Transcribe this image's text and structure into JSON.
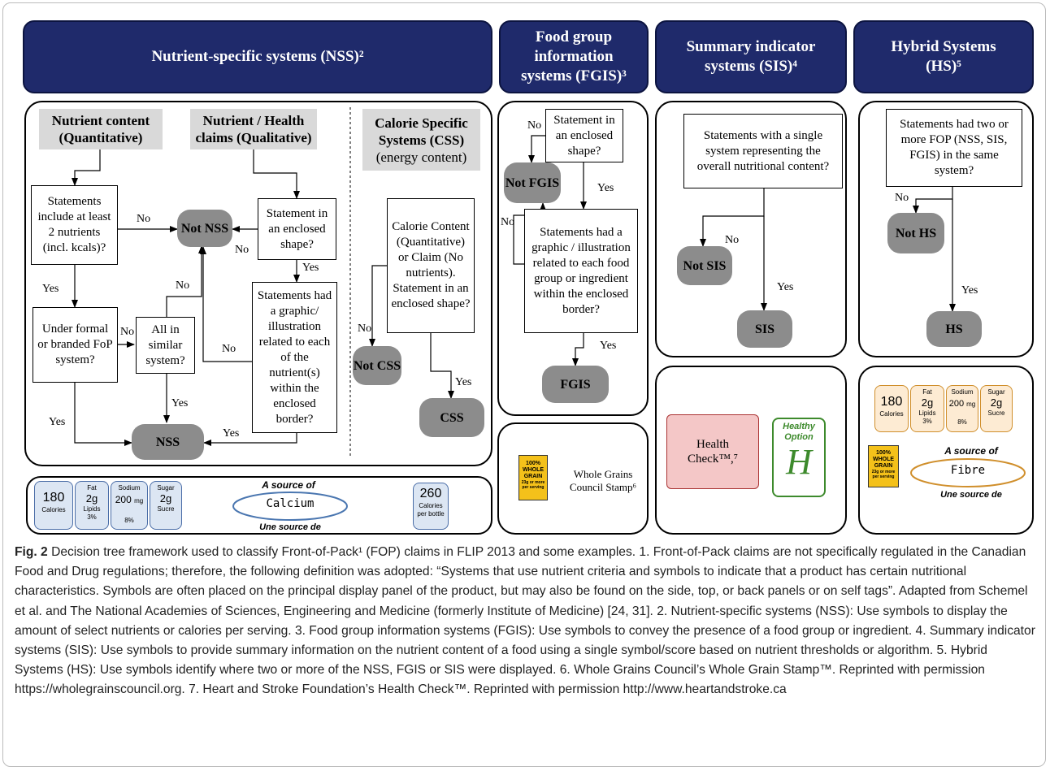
{
  "headers": {
    "nss": "Nutrient-specific systems (NSS)²",
    "fgis": "Food group information systems (FGIS)³",
    "sis": "Summary indicator systems (SIS)⁴",
    "hs": "Hybrid Systems (HS)⁵"
  },
  "nss": {
    "content_title": "Nutrient content (Quantitative)",
    "claims_title": "Nutrient / Health claims (Qualitative)",
    "q_two_nutrients": "Statements include at least 2 nutrients (incl. kcals)?",
    "q_formal": "Under formal or branded FoP system?",
    "q_similar": "All in similar system?",
    "q_enclosed": "Statement in an enclosed shape?",
    "q_graphic": "Statements had a graphic/ illustration related to each of the nutrient(s) within the enclosed border?",
    "t_not_nss": "Not NSS",
    "t_nss": "NSS",
    "css_title": "Calorie Specific Systems (CSS)",
    "css_subtitle": "(energy content)",
    "q_calorie": "Calorie Content (Quantitative) or Claim (No nutrients). Statement in an enclosed shape?",
    "t_not_css": "Not CSS",
    "t_css": "CSS"
  },
  "fgis": {
    "q_enclosed": "Statement in an enclosed shape?",
    "q_graphic": "Statements had a graphic / illustration related to each food group or ingredient within the enclosed border?",
    "t_not": "Not FGIS",
    "t_yes": "FGIS",
    "stamp_caption": "Whole Grains Council Stamp⁶",
    "stamp_text": [
      "100%",
      "WHOLE",
      "GRAIN",
      "23g or more per serving"
    ]
  },
  "sis": {
    "q": "Statements with a single system representing the overall nutritional content?",
    "t_not": "Not SIS",
    "t_yes": "SIS",
    "health_check": "Health Check™,⁷",
    "healthy_option": "Healthy Option",
    "healthy_option_letter": "H"
  },
  "hs": {
    "q": "Statements had two or more FOP (NSS, SIS, FGIS) in the same system?",
    "t_not": "Not HS",
    "t_yes": "HS"
  },
  "labels": {
    "yes": "Yes",
    "no": "No"
  },
  "examples": {
    "calories_value": "180",
    "calories_label": "Calories",
    "fat_label": "Fat",
    "fat_value": "2g",
    "fat_fr": "Lipids",
    "fat_pct": "3%",
    "sodium_label": "Sodium",
    "sodium_value": "200",
    "sodium_unit": "mg",
    "sodium_pct": "8%",
    "sugar_label": "Sugar",
    "sugar_value": "2g",
    "sugar_fr": "Sucre",
    "source_en": "A source of",
    "source_fr": "Une source de",
    "calcium": "Calcium",
    "fibre": "Fibre",
    "cal260_value": "260",
    "cal260_label": "Calories per bottle"
  },
  "caption": {
    "fig": "Fig. 2",
    "text": " Decision tree framework used to classify Front-of-Pack¹ (FOP) claims in FLIP 2013 and some examples. 1. Front-of-Pack claims are not specifically regulated in the Canadian Food and Drug regulations; therefore, the following definition was adopted: “Systems that use nutrient criteria and symbols to indicate that a product has certain nutritional characteristics. Symbols are often placed on the principal display panel of the product, but may also be found on the side, top, or back panels or on self tags”. Adapted from Schemel et al. and The National Academies of Sciences, Engineering and Medicine (formerly Institute of Medicine) [24, 31]. 2. Nutrient-specific systems (NSS): Use symbols to display the amount of select nutrients or calories per serving. 3. Food group information systems (FGIS): Use symbols to convey the presence of a food group or ingredient. 4. Summary indicator systems (SIS): Use symbols to provide summary information on the nutrient content of a food using a single symbol/score based on nutrient thresholds or algorithm. 5. Hybrid Systems (HS): Use symbols identify where two or more of the NSS, FGIS or SIS were displayed. 6. Whole Grains Council’s Whole Grain Stamp™. Reprinted with permission https://wholegrainscouncil.org. 7. Heart and Stroke Foundation’s Health Check™. Reprinted with permission http://www.heartandstroke.ca"
  }
}
